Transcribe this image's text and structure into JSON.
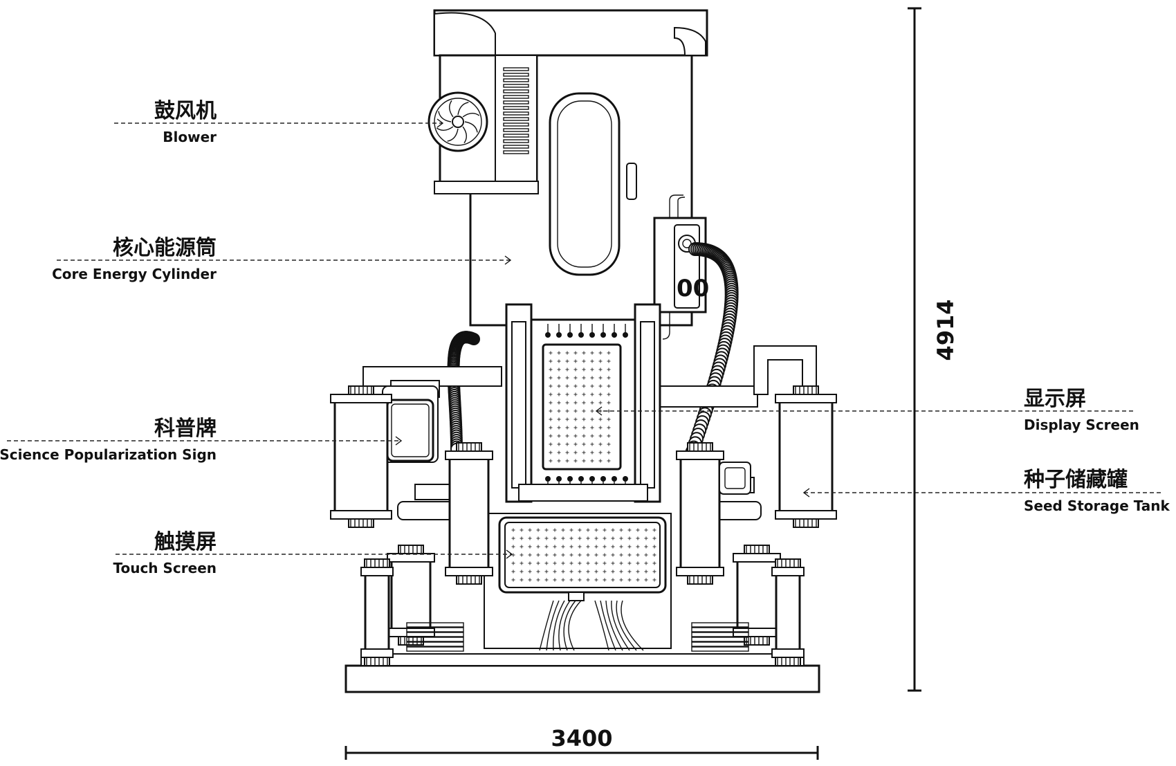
{
  "labels": {
    "blower": {
      "cn": "鼓风机",
      "en": "Blower"
    },
    "core": {
      "cn": "核心能源筒",
      "en": "Core Energy Cylinder"
    },
    "sign": {
      "cn": "科普牌",
      "en": "Science Popularization Sign"
    },
    "touch": {
      "cn": "触摸屏",
      "en": "Touch Screen"
    },
    "display": {
      "cn": "显示屏",
      "en": "Display Screen"
    },
    "seed": {
      "cn": "种子储藏罐",
      "en": "Seed Storage Tank"
    }
  },
  "dimensions": {
    "height": "4914",
    "width": "3400"
  },
  "icons": {
    "blower": "fan-icon",
    "dimension_arrow": "dimension-arrow-icon"
  }
}
